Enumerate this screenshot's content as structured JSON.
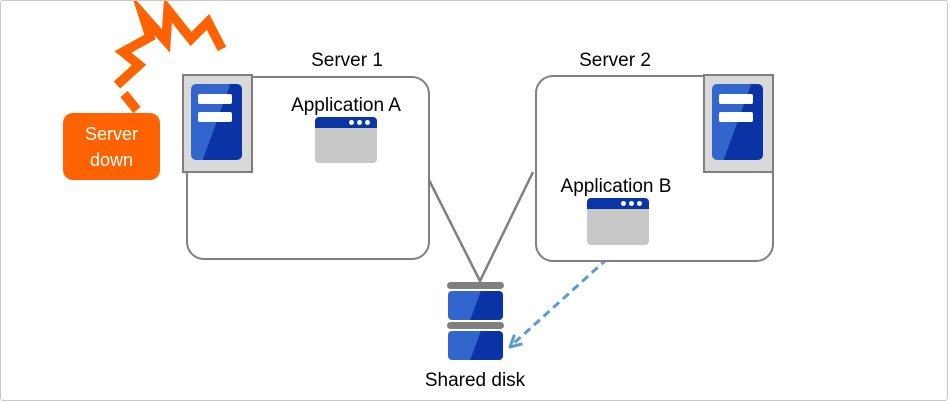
{
  "badge": {
    "line1": "Server",
    "line2": "down"
  },
  "server1": {
    "label": "Server 1",
    "app_label": "Application A"
  },
  "server2": {
    "label": "Server 2",
    "app_label": "Application B"
  },
  "shared_disk": {
    "label": "Shared disk"
  },
  "colors": {
    "crash_orange": "#ff6200",
    "box_border_gray": "#808080",
    "icon_bg_gray": "#d9d9d9",
    "blue_light": "#3366cc",
    "blue_dark": "#0a33a6",
    "titlebar_blue": "#0a35a6",
    "window_body_gray": "#c8c8c8",
    "arrow_blue": "#5b9bd5"
  }
}
